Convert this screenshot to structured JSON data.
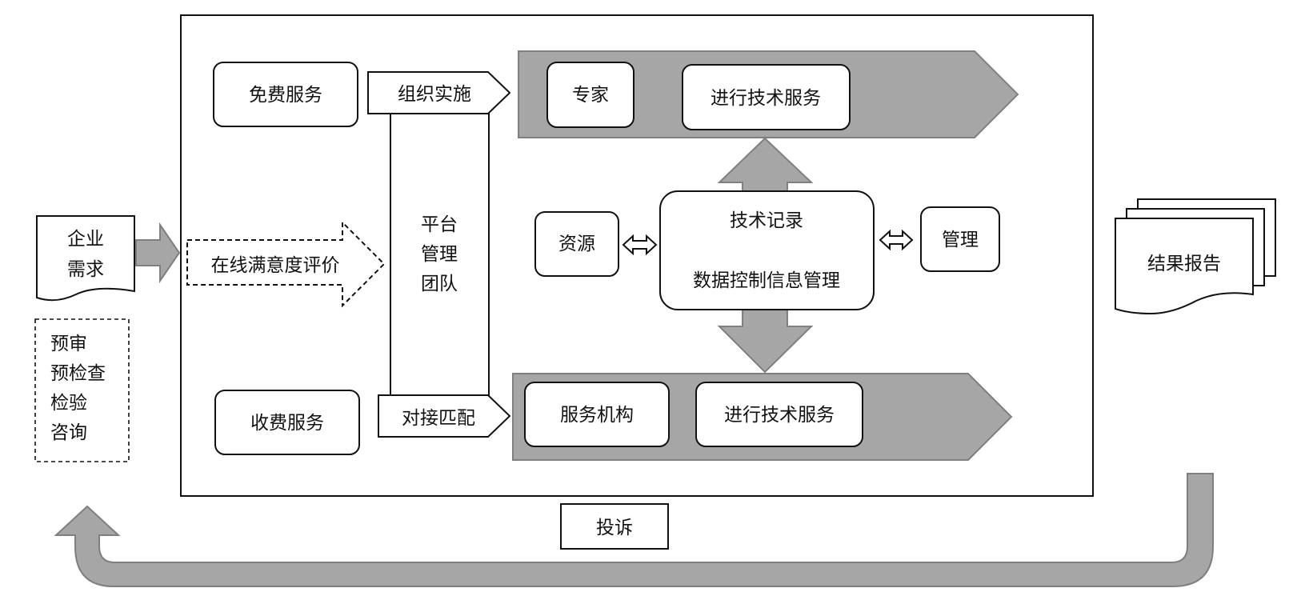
{
  "enterprise_demand": {
    "line1": "企业",
    "line2": "需求"
  },
  "pre_services": [
    "预审",
    "预检查",
    "检验",
    "咨询"
  ],
  "free_service": "免费服务",
  "paid_service": "收费服务",
  "online_evaluation": "在线满意度评价",
  "organize_implement": "组织实施",
  "docking_matching": "对接匹配",
  "platform_team": [
    "平台",
    "管理",
    "团队"
  ],
  "expert": "专家",
  "tech_service_top": "进行技术服务",
  "service_agency": "服务机构",
  "tech_service_bottom": "进行技术服务",
  "resource": "资源",
  "management": "管理",
  "tech_record": "技术记录",
  "data_control": "数据控制信息管理",
  "result_report": "结果报告",
  "complaint": "投诉",
  "colors": {
    "grey_fill": "#a6a6a6",
    "grey_stroke": "#7f7f7f",
    "line": "#111111"
  }
}
